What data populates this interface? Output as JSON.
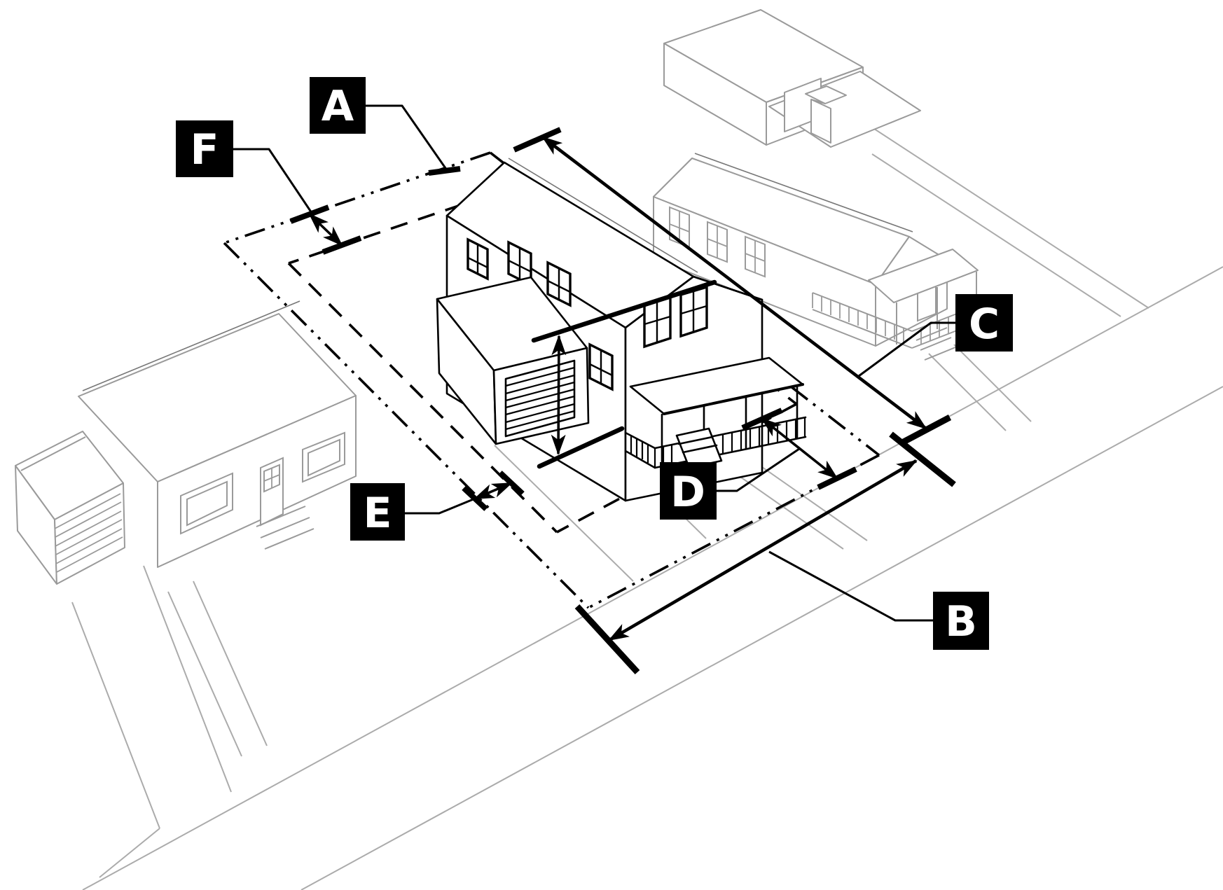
{
  "labels": [
    {
      "letter": "A"
    },
    {
      "letter": "B"
    },
    {
      "letter": "C"
    },
    {
      "letter": "D"
    },
    {
      "letter": "E"
    },
    {
      "letter": "F"
    }
  ],
  "colors": {
    "ink": "#000000",
    "label_bg": "#000000",
    "label_text": "#ffffff",
    "neighbor_gray": "#9a9a9a",
    "street_gray": "#ababab",
    "background": "#ffffff"
  }
}
